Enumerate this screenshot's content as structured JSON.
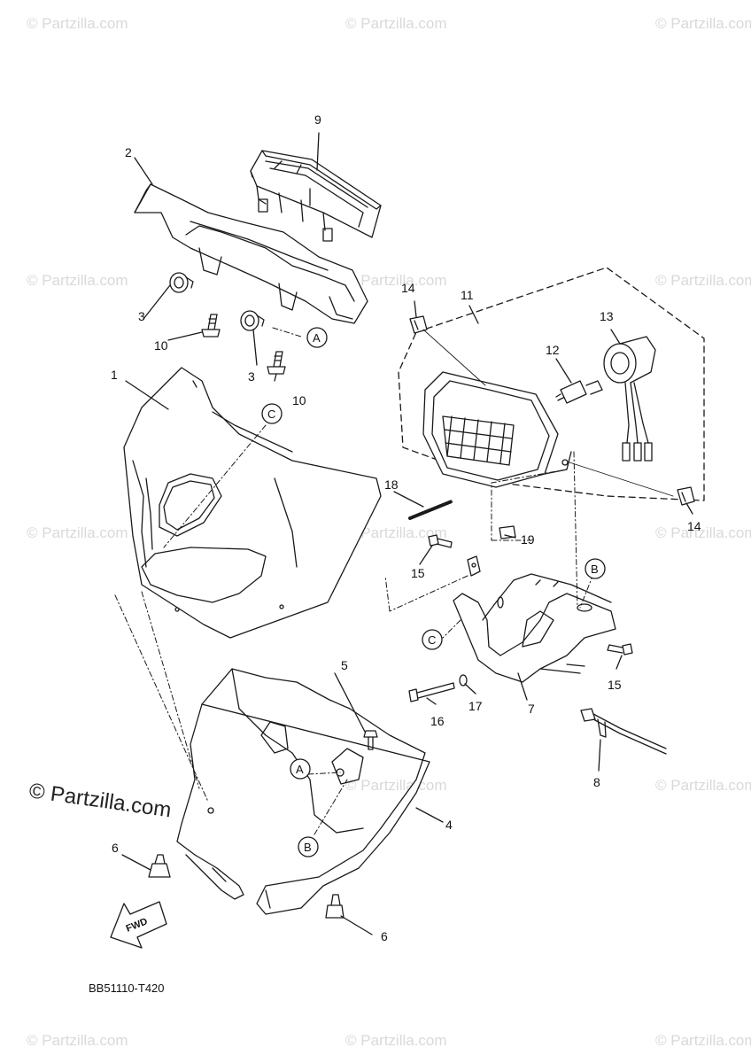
{
  "watermark": {
    "text": "© Partzilla.com",
    "main_text": "© Partzilla.com"
  },
  "diagram_code": "BB51110-T420",
  "fwd_label": "FWD",
  "callouts": {
    "c1": "1",
    "c2": "2",
    "c3a": "3",
    "c3b": "3",
    "c4": "4",
    "c5": "5",
    "c6a": "6",
    "c6b": "6",
    "c7": "7",
    "c8": "8",
    "c9": "9",
    "c10a": "10",
    "c10b": "10",
    "c11": "11",
    "c12": "12",
    "c13": "13",
    "c14a": "14",
    "c14b": "14",
    "c15a": "15",
    "c15b": "15",
    "c16": "16",
    "c17": "17",
    "c18": "18",
    "c19": "19"
  },
  "refs": {
    "A1": "A",
    "A2": "A",
    "B1": "B",
    "B2": "B",
    "C1": "C",
    "C2": "C"
  },
  "colors": {
    "line": "#1a1a1a",
    "watermark": "#d9d9d9"
  }
}
